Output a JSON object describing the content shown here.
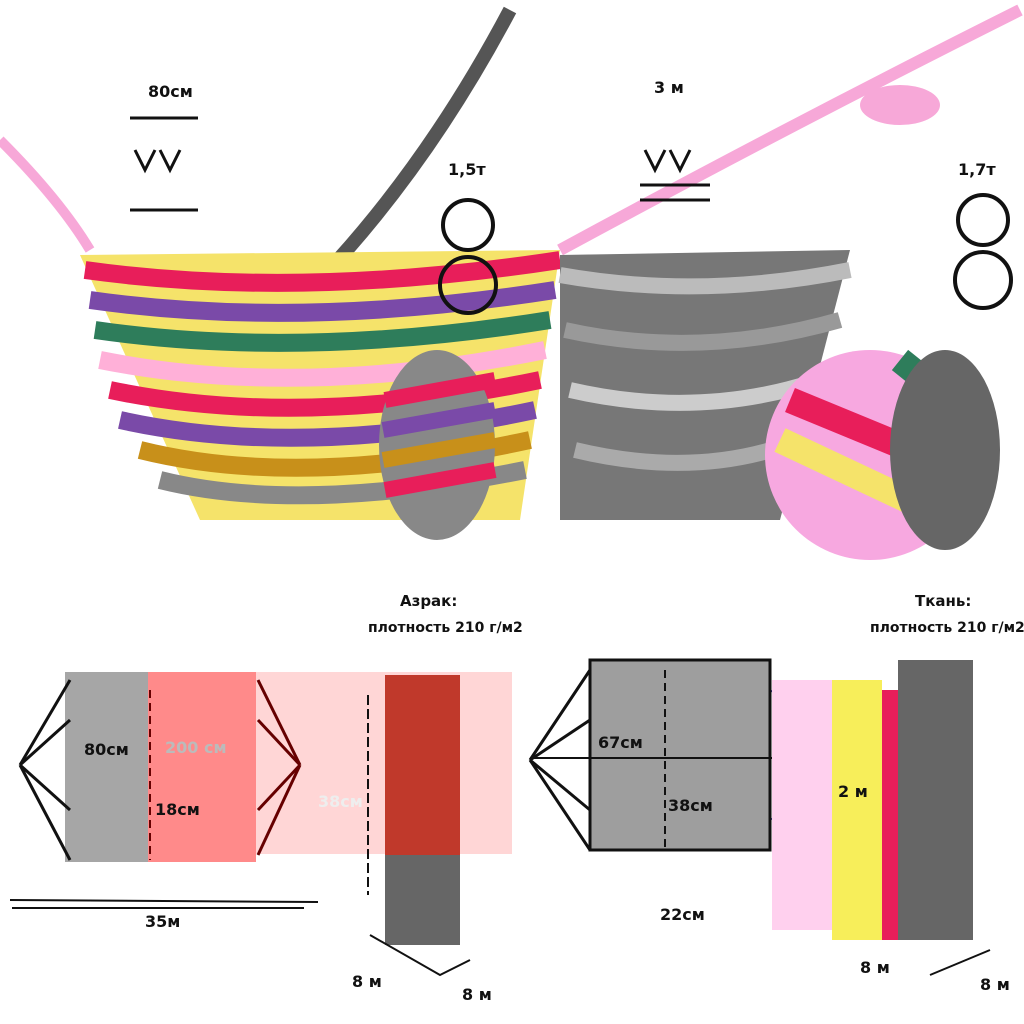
{
  "left_product": {
    "width_label": "80см",
    "load_label": "1,5т",
    "bag_caption_line1": "Азрак:",
    "bag_caption_line2": "плотность 210 г/м2",
    "panel_width_label": "80см",
    "panel_length_label": "200 см",
    "panel_inner_label": "18см",
    "rope_label": "38см",
    "total_length_label": "35м",
    "bag_dim_a": "8 м",
    "bag_dim_b": "8 м",
    "color": "#ff8a8a"
  },
  "right_product": {
    "width_label": "3 м",
    "load_label": "1,7т",
    "bag_caption_line1": "Ткань:",
    "bag_caption_line2": "плотность 210 г/м2",
    "panel_width_label": "67см",
    "panel_inner_label": "38см",
    "bag_label": "2 м",
    "total_length_label": "22см",
    "bag_dim_a": "8 м",
    "bag_dim_b": "8 м",
    "color": "#9e9e9e"
  }
}
